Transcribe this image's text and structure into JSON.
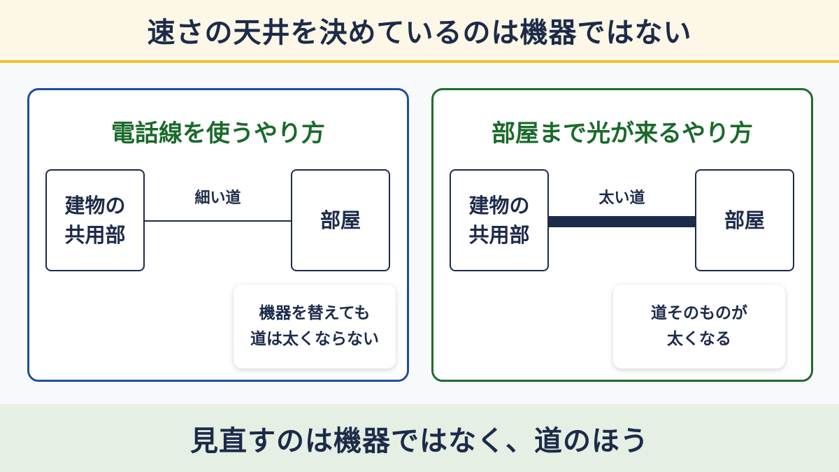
{
  "header": {
    "title": "速さの天井を決めているのは機器ではない"
  },
  "panels": {
    "left": {
      "title": "電話線を使うやり方",
      "node_a": "建物の\n共用部",
      "node_b": "部屋",
      "link_label": "細い道",
      "note": "機器を替えても\n道は太くならない"
    },
    "right": {
      "title": "部屋まで光が来るやり方",
      "node_a": "建物の\n共用部",
      "node_b": "部屋",
      "link_label": "太い道",
      "note": "道そのものが\n太くなる"
    }
  },
  "footer": {
    "text": "見直すのは機器ではなく、道のほう"
  },
  "colors": {
    "navy": "#1c2b4a",
    "title_green": "#1a6a2a",
    "left_border": "#1f4f9c",
    "right_border": "#1f6b2d",
    "header_accent": "#f2c12e",
    "footer_bg": "#e6efe4"
  }
}
